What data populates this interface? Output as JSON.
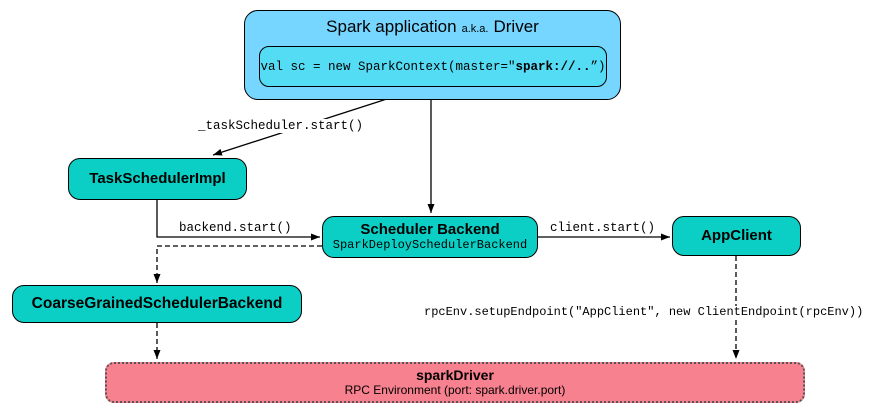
{
  "colors": {
    "outer_blue": "#76D6FF",
    "inner_cyan": "#55DCF5",
    "teal": "#0BCFC4",
    "pink": "#F7818F"
  },
  "spark_app": {
    "title": "Spark application",
    "aka": "a.k.a.",
    "driver": "Driver",
    "code_prefix": "val sc = new SparkContext(master=\"",
    "code_highlight": "spark://..",
    "code_suffix": "”)"
  },
  "nodes": {
    "task_scheduler": {
      "label": "TaskSchedulerImpl"
    },
    "scheduler_backend": {
      "label": "Scheduler Backend",
      "sublabel": "SparkDeploySchedulerBackend"
    },
    "app_client": {
      "label": "AppClient"
    },
    "coarse_grained": {
      "label": "CoarseGrainedSchedulerBackend"
    },
    "spark_driver": {
      "label": "sparkDriver",
      "sublabel": "RPC Environment (port: spark.driver.port)"
    }
  },
  "edge_labels": {
    "task_scheduler_start": "_taskScheduler.start()",
    "backend_start": "backend.start()",
    "client_start": "client.start()",
    "rpc_setup": "rpcEnv.setupEndpoint(\"AppClient\", new ClientEndpoint(rpcEnv))"
  }
}
